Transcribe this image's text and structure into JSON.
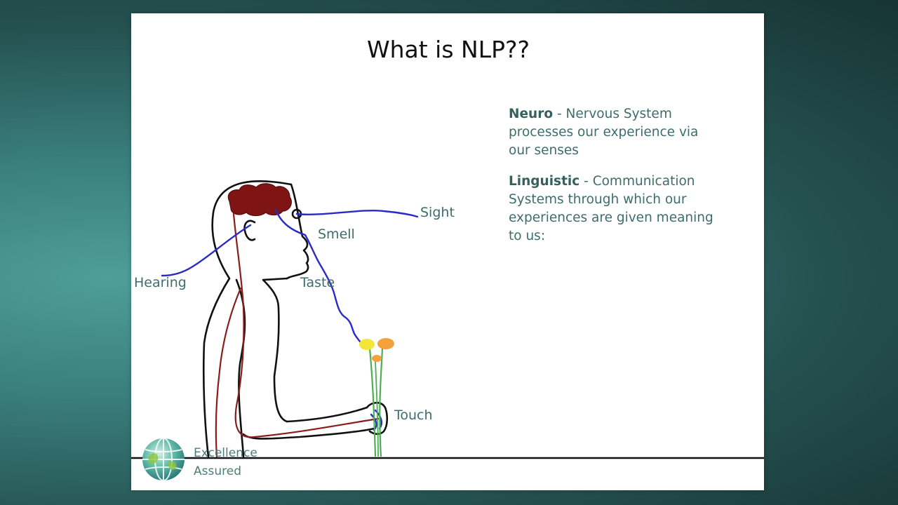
{
  "slide": {
    "title": "What is NLP??",
    "neuro": {
      "term": "Neuro",
      "separator": "-",
      "definition": "Nervous System processes our experience via our senses"
    },
    "linguistic": {
      "term": "Linguistic",
      "separator": "-",
      "definition": "Communication Systems through which our experiences are given meaning to us:"
    },
    "diagram_labels": {
      "sight": "Sight",
      "smell": "Smell",
      "hearing": "Hearing",
      "taste": "Taste",
      "touch": "Touch"
    },
    "logo": {
      "line1": "Excellence",
      "line2": "Assured",
      "icon": "globe-icon"
    }
  },
  "colors": {
    "nerve_blue": "#2a2ac8",
    "nerve_red": "#8a1c1c",
    "brain": "#7f1414",
    "text_teal": "#3d6d6c",
    "flower_yellow": "#f3e63a",
    "flower_orange": "#f2a13c",
    "stem_green": "#4caf50"
  }
}
